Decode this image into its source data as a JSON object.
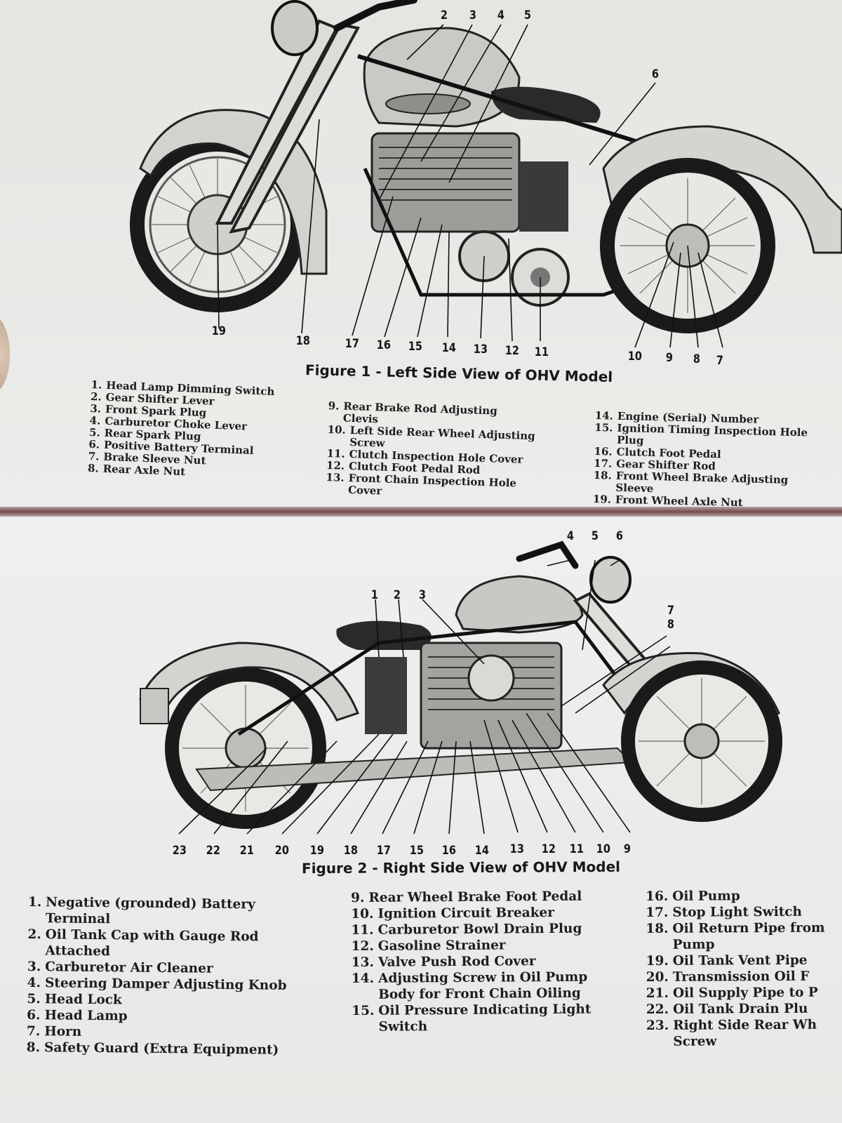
{
  "figure1": {
    "caption": "Figure 1  - Left Side View of OHV Model",
    "callouts": [
      "2",
      "3",
      "4",
      "5",
      "6",
      "19",
      "18",
      "17",
      "16",
      "15",
      "14",
      "13",
      "12",
      "11",
      "10",
      "9",
      "8",
      "7"
    ],
    "legend": [
      [
        {
          "num": "1.",
          "text": "Head Lamp Dimming Switch"
        },
        {
          "num": "2.",
          "text": "Gear Shifter Lever"
        },
        {
          "num": "3.",
          "text": "Front Spark Plug"
        },
        {
          "num": "4.",
          "text": "Carburetor Choke Lever"
        },
        {
          "num": "5.",
          "text": "Rear Spark Plug"
        },
        {
          "num": "6.",
          "text": "Positive Battery Terminal"
        },
        {
          "num": "7.",
          "text": "Brake Sleeve Nut"
        },
        {
          "num": "8.",
          "text": "Rear Axle Nut"
        }
      ],
      [
        {
          "num": "9.",
          "text": "Rear Brake Rod Adjusting\nClevis"
        },
        {
          "num": "10.",
          "text": "Left Side Rear Wheel Adjusting\nScrew"
        },
        {
          "num": "11.",
          "text": "Clutch Inspection Hole Cover"
        },
        {
          "num": "12.",
          "text": "Clutch Foot Pedal Rod"
        },
        {
          "num": "13.",
          "text": "Front Chain Inspection Hole\nCover"
        }
      ],
      [
        {
          "num": "14.",
          "text": "Engine (Serial) Number"
        },
        {
          "num": "15.",
          "text": "Ignition Timing Inspection Hole\nPlug"
        },
        {
          "num": "16.",
          "text": "Clutch Foot Pedal"
        },
        {
          "num": "17.",
          "text": "Gear Shifter Rod"
        },
        {
          "num": "18.",
          "text": "Front Wheel Brake Adjusting\nSleeve"
        },
        {
          "num": "19.",
          "text": "Front Wheel Axle Nut"
        }
      ]
    ]
  },
  "figure2": {
    "caption": "Figure 2 - Right Side View of OHV Model",
    "callouts": [
      "4",
      "5",
      "6",
      "1",
      "2",
      "3",
      "7",
      "8",
      "23",
      "22",
      "21",
      "20",
      "19",
      "18",
      "17",
      "15",
      "16",
      "14",
      "13",
      "12",
      "11",
      "10",
      "9"
    ],
    "legend": [
      [
        {
          "num": "1.",
          "text": "Negative (grounded) Battery\nTerminal"
        },
        {
          "num": "2.",
          "text": "Oil Tank Cap with Gauge Rod\nAttached"
        },
        {
          "num": "3.",
          "text": "Carburetor Air Cleaner"
        },
        {
          "num": "4.",
          "text": "Steering Damper Adjusting Knob"
        },
        {
          "num": "5.",
          "text": "Head Lock"
        },
        {
          "num": "6.",
          "text": "Head Lamp"
        },
        {
          "num": "7.",
          "text": "Horn"
        },
        {
          "num": "8.",
          "text": "Safety Guard (Extra Equipment)"
        }
      ],
      [
        {
          "num": "9.",
          "text": "Rear Wheel Brake Foot Pedal"
        },
        {
          "num": "10.",
          "text": "Ignition Circuit Breaker"
        },
        {
          "num": "11.",
          "text": "Carburetor Bowl Drain Plug"
        },
        {
          "num": "12.",
          "text": "Gasoline Strainer"
        },
        {
          "num": "13.",
          "text": "Valve Push Rod Cover"
        },
        {
          "num": "14.",
          "text": "Adjusting Screw in Oil Pump\nBody for Front Chain Oiling"
        },
        {
          "num": "15.",
          "text": "Oil Pressure Indicating Light\nSwitch"
        }
      ],
      [
        {
          "num": "16.",
          "text": "Oil Pump"
        },
        {
          "num": "17.",
          "text": "Stop Light Switch"
        },
        {
          "num": "18.",
          "text": "Oil Return Pipe from\nPump"
        },
        {
          "num": "19.",
          "text": "Oil Tank Vent Pipe"
        },
        {
          "num": "20.",
          "text": "Transmission Oil F"
        },
        {
          "num": "21.",
          "text": "Oil Supply Pipe to P"
        },
        {
          "num": "22.",
          "text": "Oil Tank Drain Plu"
        },
        {
          "num": "23.",
          "text": "Right Side Rear Wh\nScrew"
        }
      ]
    ]
  }
}
